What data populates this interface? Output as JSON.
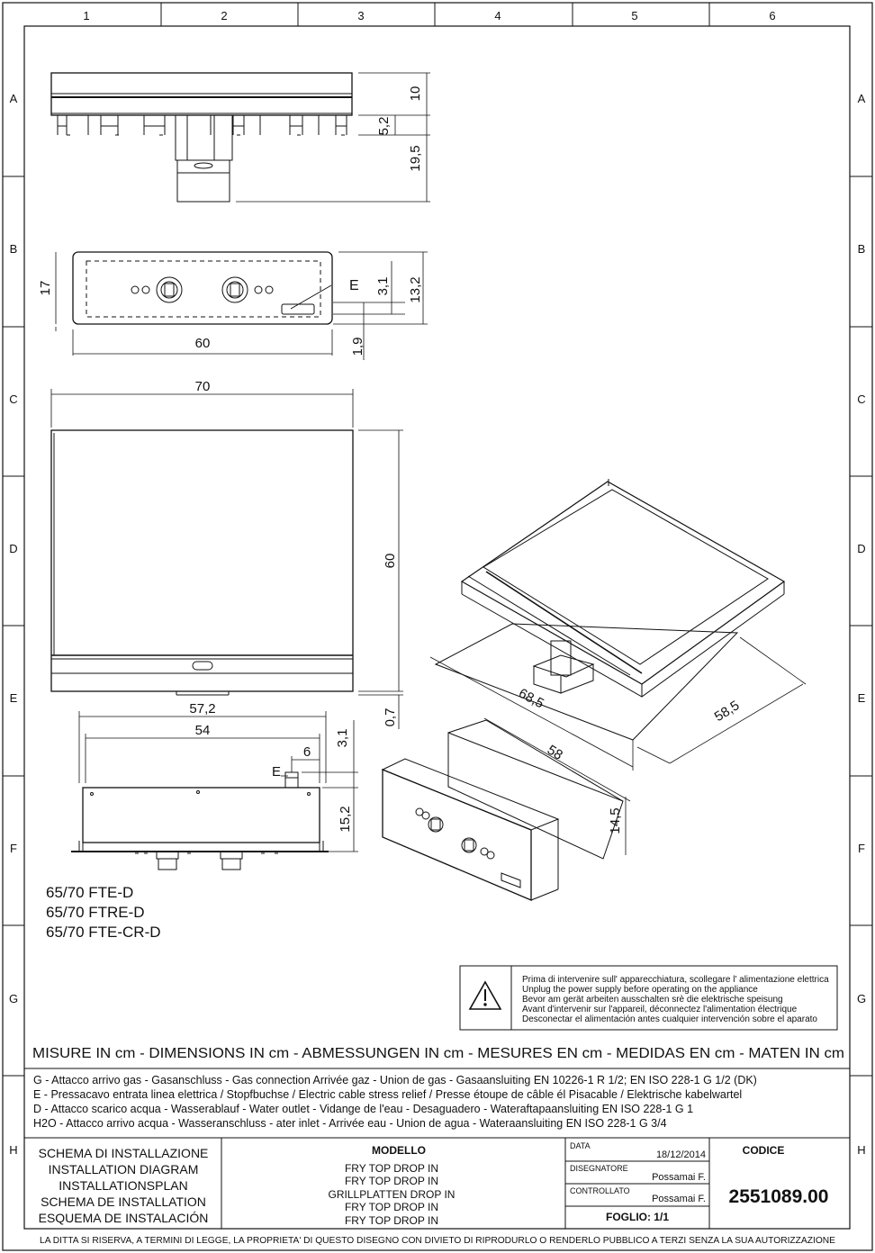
{
  "grid": {
    "columns": [
      "1",
      "2",
      "3",
      "4",
      "5",
      "6"
    ],
    "rows": [
      "A",
      "B",
      "C",
      "D",
      "E",
      "F",
      "G",
      "H"
    ]
  },
  "dimensions": {
    "front_top_height": "10",
    "front_mid": "5,2",
    "front_total": "19,5",
    "panel_height": "17",
    "panel_width": "60",
    "panel_e_offset": "3,1",
    "panel_depth": "13,2",
    "panel_bottom": "1,9",
    "top_width": "70",
    "top_depth": "60",
    "top_lip": "0,7",
    "side_outer": "57,2",
    "side_inner": "54",
    "side_e": "6",
    "side_e_height": "3,1",
    "side_height": "15,2",
    "iso_width": "68,5",
    "iso_depth": "58,5",
    "box_length": "58",
    "box_height": "14,5"
  },
  "labels": {
    "e_top": "E",
    "e_side": "E"
  },
  "models": [
    "65/70 FTE-D",
    "65/70 FTRE-D",
    "65/70 FTE-CR-D"
  ],
  "warning": {
    "icon": "warning-triangle-icon",
    "lines": [
      "Prima di intervenire sull' apparecchiatura, scollegare l' alimentazione elettrica",
      "Unplug the power supply before operating on the appliance",
      "Bevor am gerät arbeiten ausschalten srè die elektrische speisung",
      "Avant d'intervenir sur l'appareil, déconnectez l'alimentation électrique",
      "Desconectar el alimentación antes cualquier intervención sobre el aparato"
    ]
  },
  "units_banner": "MISURE IN cm - DIMENSIONS IN cm - ABMESSUNGEN IN cm - MESURES EN cm - MEDIDAS EN cm - MATEN IN cm",
  "legend": [
    "G - Attacco arrivo gas - Gasanschluss - Gas connection Arrivée gaz - Union de gas - Gasaansluiting EN 10226-1 R 1/2; EN ISO 228-1 G 1/2 (DK)",
    "E - Pressacavo entrata linea elettrica / Stopfbuchse / Electric cable stress relief / Presse étoupe de câble él Pisacable / Elektrische kabelwartel",
    "D - Attacco scarico acqua  - Wasserablauf - Water outlet - Vidange de l'eau - Desaguadero - Wateraftapaansluiting  EN ISO 228-1 G 1",
    "H2O - Attacco arrivo acqua - Wasseranschluss - ater inlet - Arrivée eau - Union de agua - Wateraansluiting   EN ISO 228-1 G 3/4"
  ],
  "title_block": {
    "titles": [
      "SCHEMA DI INSTALLAZIONE",
      "INSTALLATION DIAGRAM",
      "INSTALLATIONSPLAN",
      "SCHEMA DE INSTALLATION",
      "ESQUEMA DE INSTALACIÓN"
    ],
    "modello_label": "MODELLO",
    "modello": [
      "FRY TOP DROP IN",
      "FRY TOP DROP IN",
      "GRILLPLATTEN DROP IN",
      "FRY TOP DROP IN",
      "FRY TOP DROP IN"
    ],
    "data_label": "DATA",
    "data": "18/12/2014",
    "disegnatore_label": "DISEGNATORE",
    "disegnatore": "Possamai F.",
    "controllato_label": "CONTROLLATO",
    "controllato": "Possamai F.",
    "foglio": "FOGLIO: 1/1",
    "codice_label": "CODICE",
    "codice": "2551089.00"
  },
  "footer": "LA DITTA SI RISERVA, A TERMINI DI LEGGE, LA PROPRIETA' DI QUESTO DISEGNO CON DIVIETO DI RIPRODURLO O RENDERLO PUBBLICO A TERZI SENZA LA SUA AUTORIZZAZIONE"
}
